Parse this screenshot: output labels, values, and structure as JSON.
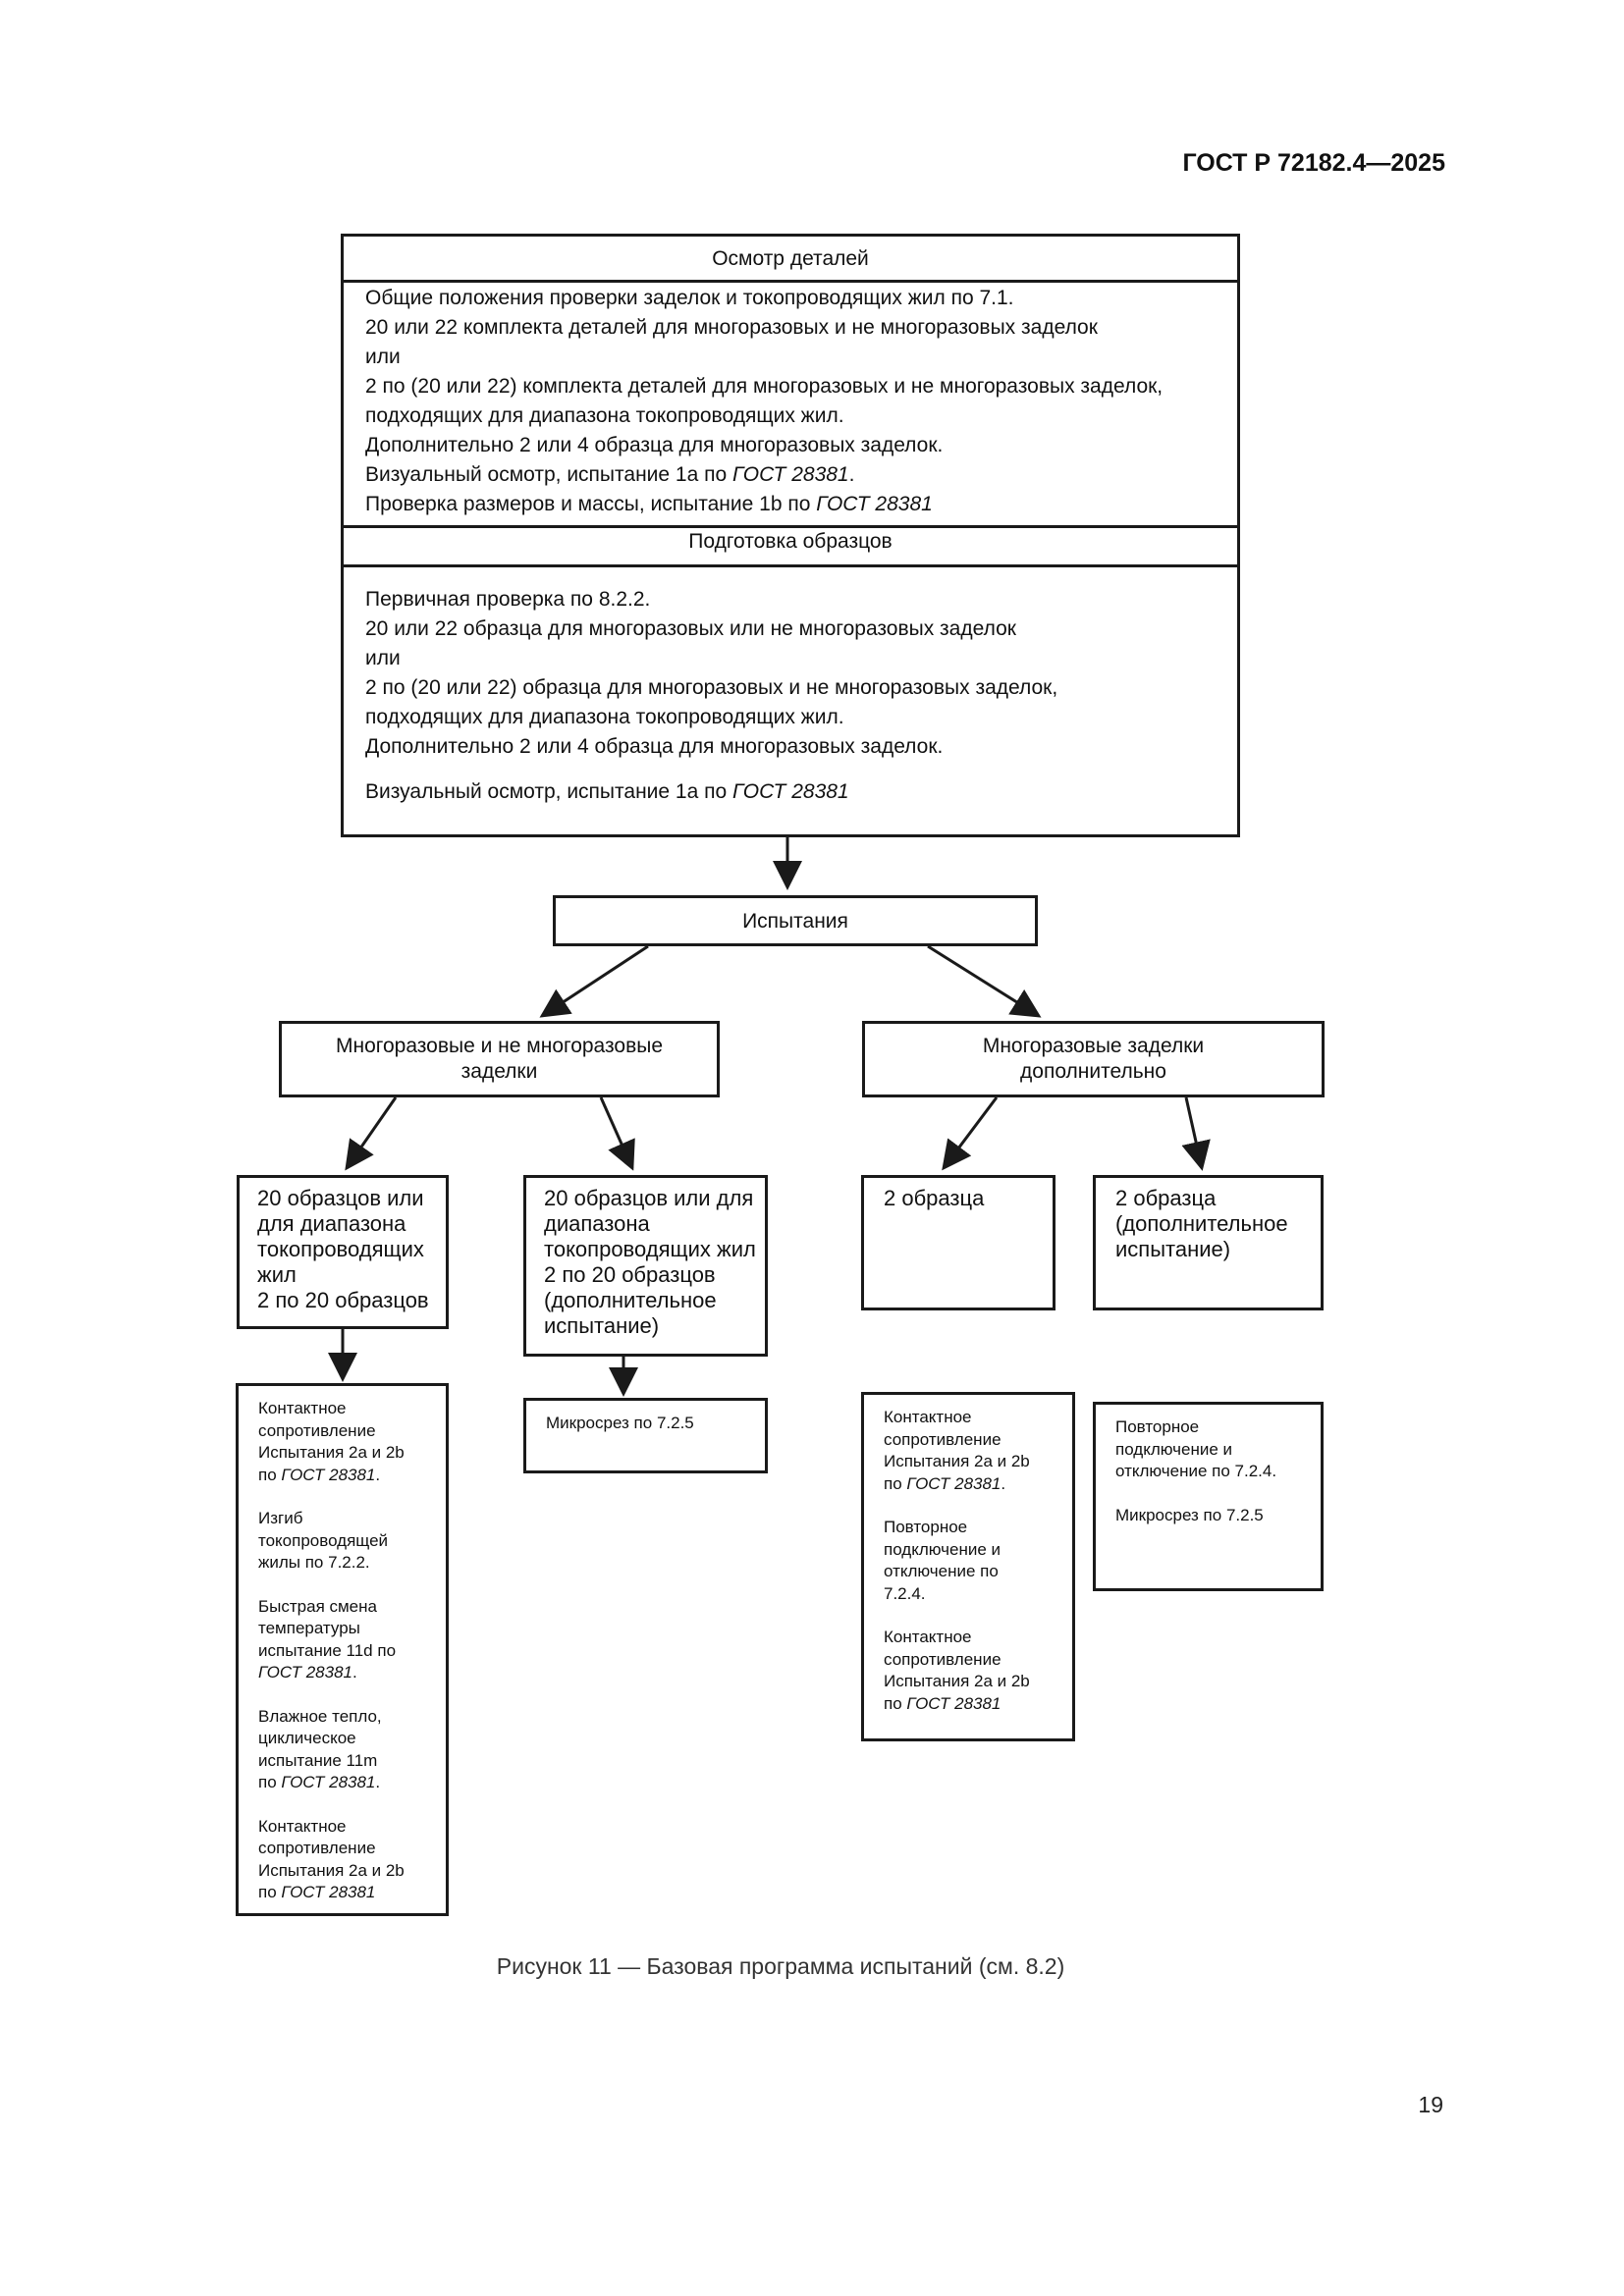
{
  "header": {
    "doc_code": "ГОСТ Р 72182.4—2025"
  },
  "inspection": {
    "title": "Осмотр деталей",
    "lines": [
      "Общие положения проверки заделок и токопроводящих жил по 7.1.",
      "20 или 22 комплекта деталей для многоразовых и не многоразовых заделок",
      "или",
      "2 по (20 или 22) комплекта деталей для многоразовых и не многоразовых заделок,",
      "подходящих для диапазона токопроводящих жил.",
      "Дополнительно 2 или 4 образца для многоразовых заделок."
    ],
    "visual": {
      "prefix": "Визуальный осмотр, испытание 1а по ",
      "ref": "ГОСТ 28381",
      "suffix": "."
    },
    "dimensions": {
      "prefix": "Проверка размеров и массы, испытание 1b по ",
      "ref": "ГОСТ 28381",
      "suffix": ""
    }
  },
  "preparation": {
    "title": "Подготовка образцов",
    "lines": [
      "Первичная проверка по 8.2.2.",
      "20 или 22 образца для многоразовых или не многоразовых заделок",
      "или",
      "2 по (20 или 22) образца для многоразовых и не многоразовых заделок,",
      "подходящих для диапазона токопроводящих жил.",
      "Дополнительно 2 или 4 образца для многоразовых заделок."
    ],
    "visual": {
      "prefix": "Визуальный осмотр, испытание 1а по ",
      "ref": "ГОСТ 28381",
      "suffix": ""
    }
  },
  "tests": {
    "title": "Испытания"
  },
  "branch_left": {
    "lines": [
      "Многоразовые и не многоразовые",
      "заделки"
    ]
  },
  "branch_right": {
    "lines": [
      "Многоразовые заделки",
      "дополнительно"
    ]
  },
  "samples": {
    "a": [
      "20 образцов или",
      "для диапазона",
      "токопроводящих",
      "жил",
      "2 по 20 образцов"
    ],
    "b": [
      "20 образцов или для",
      "диапазона",
      "токопроводящих жил",
      "2 по 20 образцов",
      "(дополнительное",
      "испытание)"
    ],
    "c": [
      "2 образца"
    ],
    "d": [
      "2 образца",
      "(дополнительное",
      "испытание)"
    ]
  },
  "procedures": {
    "a": {
      "p1": {
        "lines": [
          "Контактное",
          "сопротивление",
          "Испытания 2а и 2b"
        ],
        "ref_prefix": "по ",
        "ref": "ГОСТ 28381",
        "ref_suffix": "."
      },
      "p2": {
        "lines": [
          "Изгиб",
          "токопроводящей",
          "жилы по 7.2.2."
        ]
      },
      "p3": {
        "lines": [
          "Быстрая смена",
          "температуры",
          "испытание 11d по"
        ],
        "ref": "ГОСТ 28381",
        "ref_suffix": "."
      },
      "p4": {
        "lines": [
          "Влажное тепло,",
          "циклическое",
          "испытание 11m"
        ],
        "ref_prefix": "по ",
        "ref": "ГОСТ 28381",
        "ref_suffix": "."
      },
      "p5": {
        "lines": [
          "Контактное",
          "сопротивление",
          "Испытания 2а и 2b"
        ],
        "ref_prefix": "по ",
        "ref": "ГОСТ 28381",
        "ref_suffix": ""
      }
    },
    "b": {
      "text": "Микросрез по 7.2.5"
    },
    "c": {
      "p1": {
        "lines": [
          "Контактное",
          "сопротивление",
          "Испытания 2а и 2b"
        ],
        "ref_prefix": "по ",
        "ref": "ГОСТ 28381",
        "ref_suffix": "."
      },
      "p2": {
        "lines": [
          "Повторное",
          "подключение и",
          "отключение по",
          "7.2.4."
        ]
      },
      "p3": {
        "lines": [
          "Контактное",
          "сопротивление",
          "Испытания 2а и 2b"
        ],
        "ref_prefix": "по ",
        "ref": "ГОСТ 28381",
        "ref_suffix": ""
      }
    },
    "d": {
      "p1": {
        "lines": [
          "Повторное",
          "подключение и",
          "отключение по 7.2.4."
        ]
      },
      "p2": {
        "lines": [
          "Микросрез по 7.2.5"
        ]
      }
    }
  },
  "caption": "Рисунок 11 — Базовая программа испытаний (см. 8.2)",
  "page_number": "19"
}
